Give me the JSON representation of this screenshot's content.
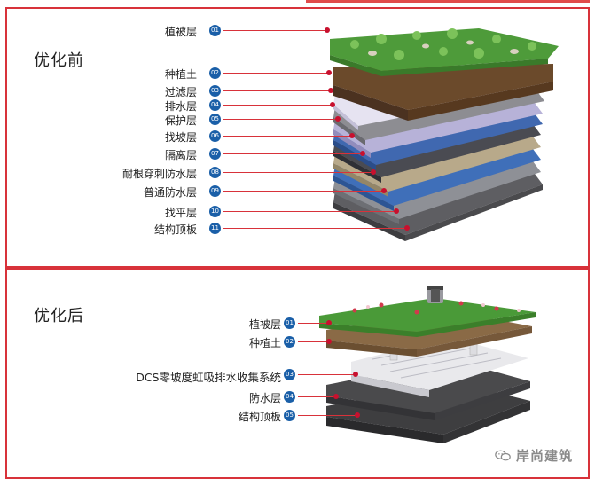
{
  "before": {
    "title": "优化前",
    "layers": [
      {
        "no": "01",
        "label": "植被层"
      },
      {
        "no": "02",
        "label": "种植土"
      },
      {
        "no": "03",
        "label": "过滤层"
      },
      {
        "no": "04",
        "label": "排水层"
      },
      {
        "no": "05",
        "label": "保护层"
      },
      {
        "no": "06",
        "label": "找坡层"
      },
      {
        "no": "07",
        "label": "隔离层"
      },
      {
        "no": "08",
        "label": "耐根穿刺防水层"
      },
      {
        "no": "09",
        "label": "普通防水层"
      },
      {
        "no": "10",
        "label": "找平层"
      },
      {
        "no": "11",
        "label": "结构顶板"
      }
    ]
  },
  "after": {
    "title": "优化后",
    "layers": [
      {
        "no": "01",
        "label": "植被层"
      },
      {
        "no": "02",
        "label": "种植土"
      },
      {
        "no": "03",
        "label": "DCS零坡度虹吸排水收集系统"
      },
      {
        "no": "04",
        "label": "防水层"
      },
      {
        "no": "05",
        "label": "结构顶板"
      }
    ]
  },
  "watermark": {
    "text": "岸尚建筑",
    "icon": "wechat-icon"
  },
  "colors": {
    "frame": "#d8323a",
    "badge": "#1a5fa8",
    "dot": "#c8102e"
  }
}
